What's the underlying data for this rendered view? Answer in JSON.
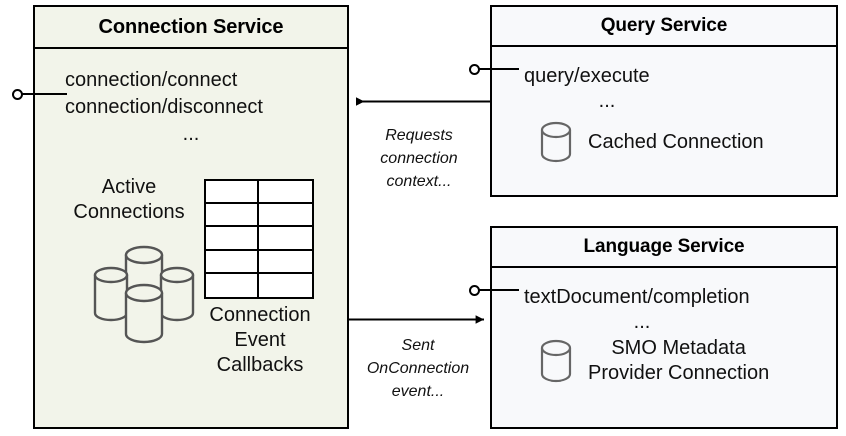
{
  "diagram": {
    "title": "Connection Service component interaction diagram",
    "colors": {
      "connection_service_fill": "#f2f4ea",
      "query_service_fill": "#f8f9fb",
      "language_service_fill": "#f8f9fb",
      "stroke": "#000000",
      "cylinder_stroke": "#666666",
      "background": "#ffffff"
    }
  },
  "connection_service": {
    "title": "Connection Service",
    "interfaces": [
      "connection/connect",
      "connection/disconnect"
    ],
    "interface_more": "...",
    "active_connections_label_line1": "Active",
    "active_connections_label_line2": "Connections",
    "callbacks_label_line1": "Connection",
    "callbacks_label_line2": "Event",
    "callbacks_label_line3": "Callbacks",
    "grid": {
      "rows": 5,
      "cols": 2
    },
    "cylinder_count": 4,
    "lollipop_name": "provided-interface-connection"
  },
  "query_service": {
    "title": "Query Service",
    "interfaces": [
      "query/execute"
    ],
    "interface_more": "...",
    "artifact_label": "Cached Connection",
    "lollipop_name": "provided-interface-query"
  },
  "language_service": {
    "title": "Language Service",
    "interfaces": [
      "textDocument/completion"
    ],
    "interface_more": "...",
    "artifact_label_line1": "SMO Metadata",
    "artifact_label_line2": "Provider Connection",
    "lollipop_name": "provided-interface-language"
  },
  "edges": [
    {
      "id": "query-to-connection",
      "from": "Query Service",
      "to": "Connection Service",
      "label_line1": "Requests",
      "label_line2": "connection",
      "label_line3": "context...",
      "direction": "left"
    },
    {
      "id": "connection-to-language",
      "from": "Connection Service",
      "to": "Language Service",
      "label_line1": "Sent",
      "label_line2": "OnConnection",
      "label_line3": "event...",
      "direction": "right"
    }
  ]
}
